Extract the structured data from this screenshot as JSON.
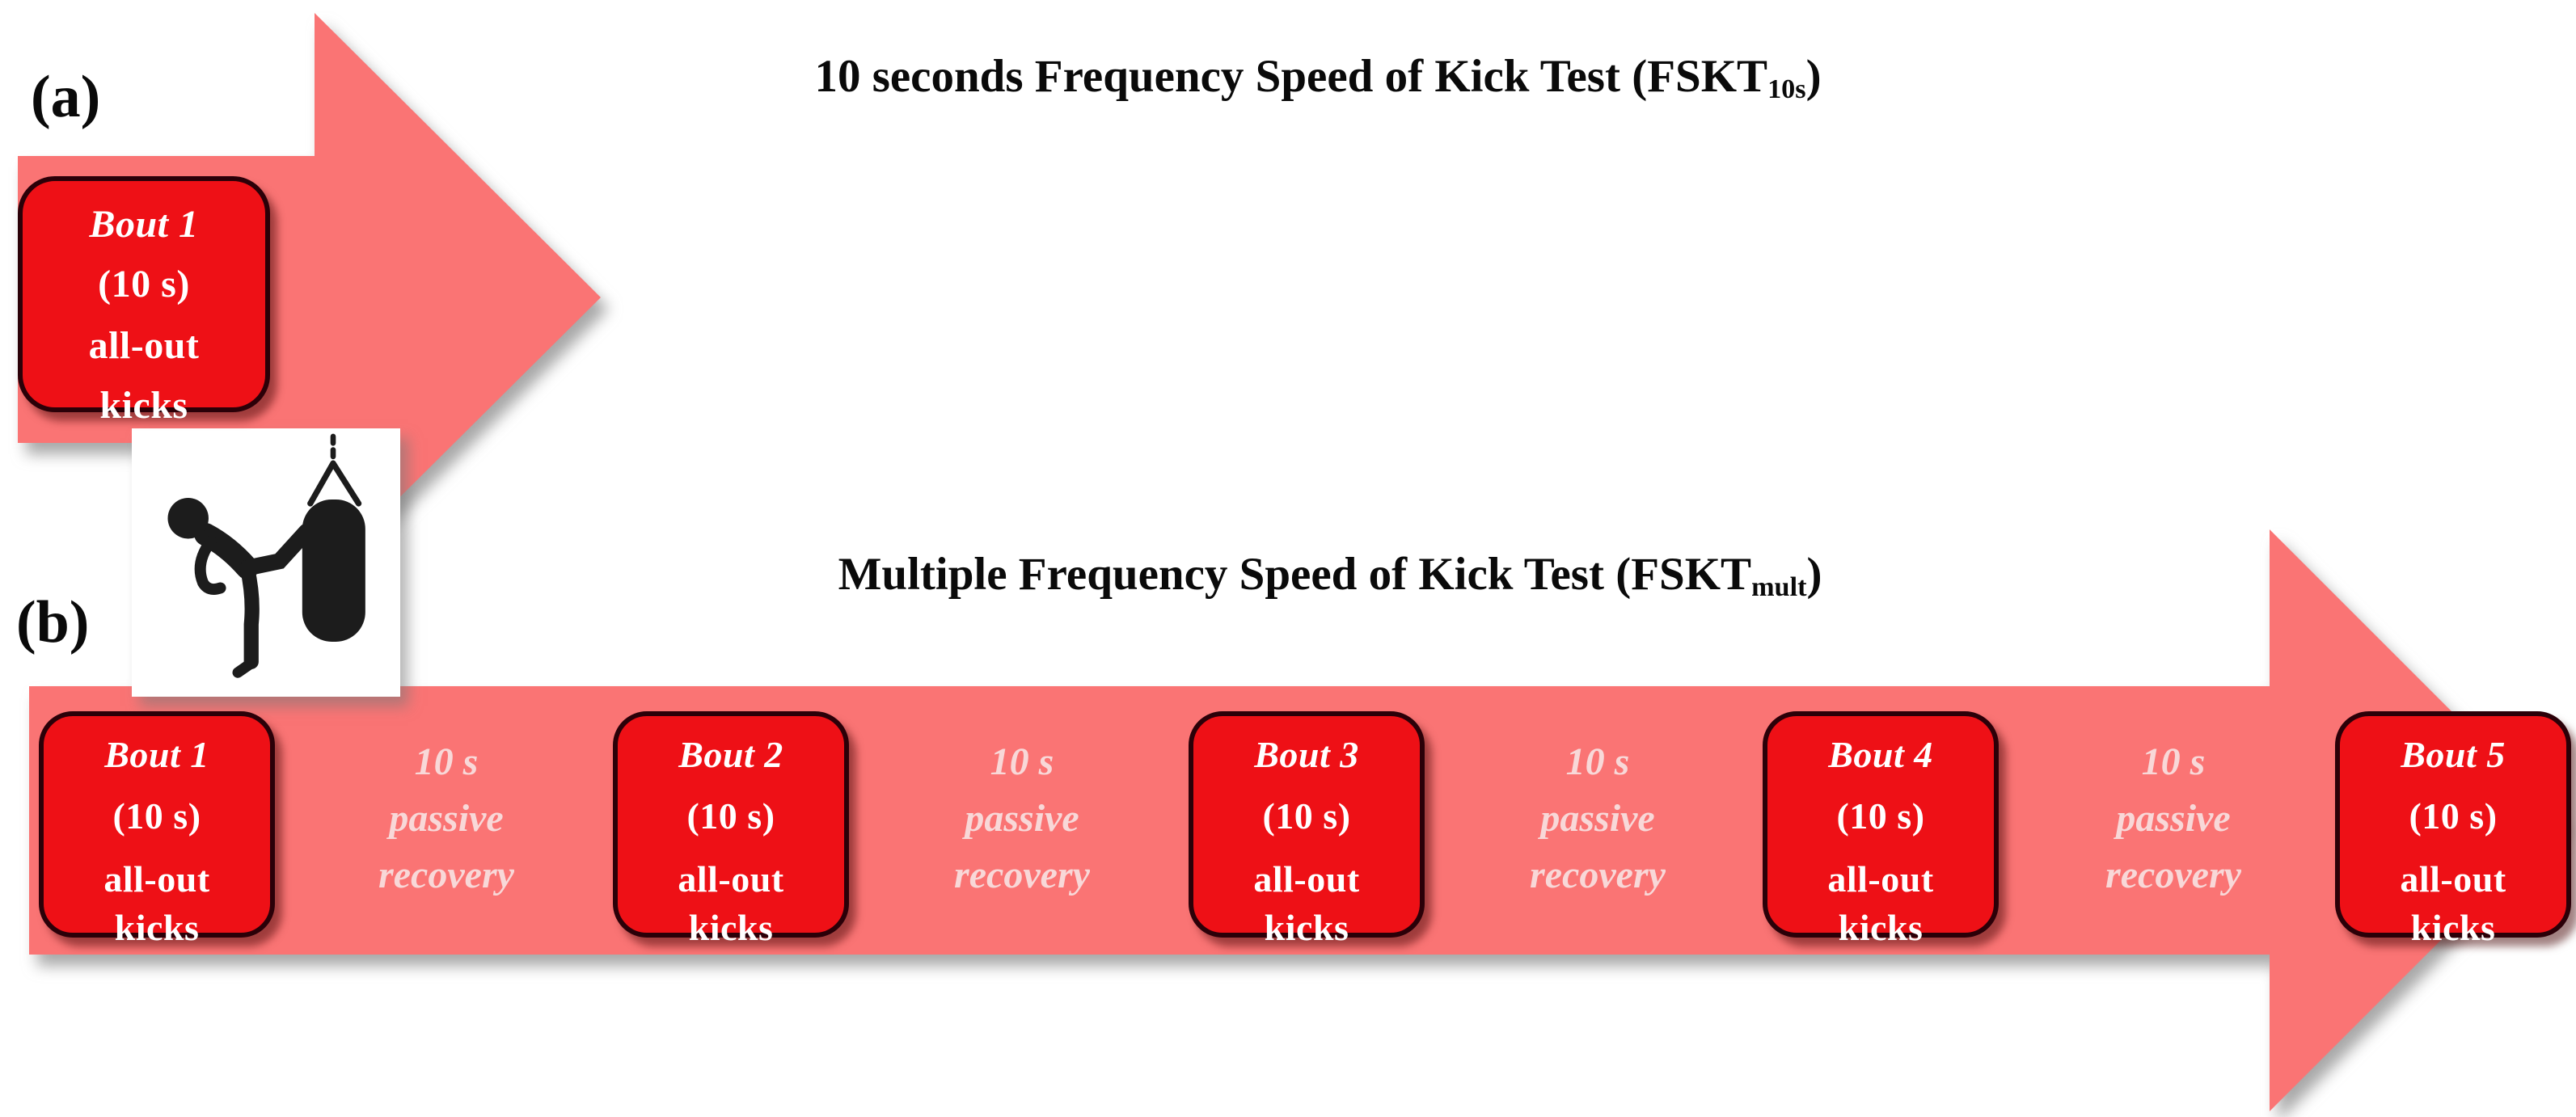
{
  "figure": {
    "section_a": {
      "label": "(a)",
      "title_prefix": "10 seconds Frequency Speed of Kick Test (FSKT",
      "title_subscript": "10s",
      "title_suffix": ")",
      "bout": {
        "name": "Bout 1",
        "duration": "(10 s)",
        "line3": "all-out",
        "line4": "kicks"
      }
    },
    "section_b": {
      "label": "(b)",
      "title_prefix": "Multiple Frequency Speed of Kick Test (FSKT",
      "title_subscript": "mult",
      "title_suffix": ")",
      "bouts": [
        {
          "name": "Bout 1",
          "duration": "(10 s)",
          "line3": "all-out",
          "line4": "kicks"
        },
        {
          "name": "Bout 2",
          "duration": "(10 s)",
          "line3": "all-out",
          "line4": "kicks"
        },
        {
          "name": "Bout 3",
          "duration": "(10 s)",
          "line3": "all-out",
          "line4": "kicks"
        },
        {
          "name": "Bout 4",
          "duration": "(10 s)",
          "line3": "all-out",
          "line4": "kicks"
        },
        {
          "name": "Bout 5",
          "duration": "(10 s)",
          "line3": "all-out",
          "line4": "kicks"
        }
      ],
      "recoveries": [
        {
          "line1": "10 s",
          "line2": "passive",
          "line3": "recovery"
        },
        {
          "line1": "10 s",
          "line2": "passive",
          "line3": "recovery"
        },
        {
          "line1": "10 s",
          "line2": "passive",
          "line3": "recovery"
        },
        {
          "line1": "10 s",
          "line2": "passive",
          "line3": "recovery"
        }
      ]
    },
    "icon": {
      "name": "kick-punching-bag-icon"
    },
    "colors": {
      "arrow": "#FA7474",
      "bout_fill": "#EE1016",
      "bout_border": "#2B0008",
      "bout_text": "#FFFFFF",
      "recovery_text": "#F8D8D8",
      "title_text": "#0A0A0A"
    }
  }
}
